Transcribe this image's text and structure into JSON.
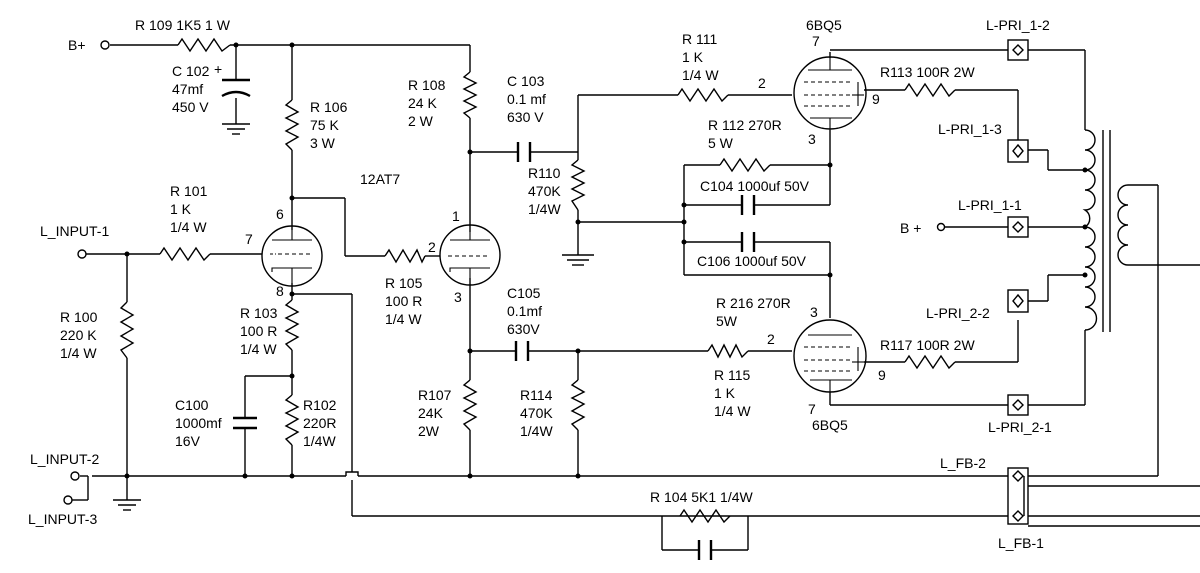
{
  "colors": {
    "ink": "#000000",
    "background": "#ffffff"
  },
  "labels": {
    "bplus_in": "B+",
    "r109": "R 109  1K5  1 W",
    "c102": [
      "C 102",
      "47mf",
      "450 V"
    ],
    "c102_polarity": "+",
    "r106": [
      "R 106",
      "75 K",
      "3 W"
    ],
    "r108": [
      "R 108",
      "24 K",
      "2 W"
    ],
    "c103": [
      "C 103",
      "0.1 mf",
      "630 V"
    ],
    "tube_12at7": "12AT7",
    "r101": [
      "R 101",
      "1 K",
      "1/4 W"
    ],
    "l_input_1": "L_INPUT-1",
    "l_input_2": "L_INPUT-2",
    "l_input_3": "L_INPUT-3",
    "r100": [
      "R 100",
      "220 K",
      "1/4 W"
    ],
    "r103": [
      "R 103",
      "100 R",
      "1/4 W"
    ],
    "r105": [
      "R 105",
      "100 R",
      "1/4 W"
    ],
    "c100": [
      "C100",
      "1000mf",
      "16V"
    ],
    "r102": [
      "R102",
      "220R",
      "1/4W"
    ],
    "r107": [
      "R107",
      "24K",
      "2W"
    ],
    "c105": [
      "C105",
      "0.1mf",
      "630V"
    ],
    "r114": [
      "R114",
      "470K",
      "1/4W"
    ],
    "r110": [
      "R110",
      "470K",
      "1/4W"
    ],
    "r111": [
      "R 111",
      "1 K",
      "1/4 W"
    ],
    "r112": [
      "R 112 270R",
      "5 W"
    ],
    "c104": "C104  1000uf 50V",
    "c106": "C106  1000uf 50V",
    "r216": [
      "R 216 270R",
      "5W"
    ],
    "r115": [
      "R 115",
      "1 K",
      "1/4 W"
    ],
    "r113": "R113  100R  2W",
    "r117": "R117  100R  2W",
    "r104": "R 104  5K1  1/4W",
    "tube_6bq5_top": "6BQ5",
    "tube_6bq5_bottom": "6BQ5",
    "l_pri_1_2": "L-PRI_1-2",
    "l_pri_1_3": "L-PRI_1-3",
    "l_pri_1_1": "L-PRI_1-1",
    "l_pri_2_2": "L-PRI_2-2",
    "l_pri_2_1": "L-PRI_2-1",
    "bplus_out": "B +",
    "l_fb_2": "L_FB-2",
    "l_fb_1": "L_FB-1"
  },
  "pins": {
    "v1a_plate": "6",
    "v1a_grid": "7",
    "v1a_cathode": "8",
    "v1b_plate": "1",
    "v1b_grid": "2",
    "v1b_cathode": "3",
    "v2_plate": "7",
    "v2_grid": "2",
    "v2_cathode": "3",
    "v2_screen": "9",
    "v3_plate": "7",
    "v3_grid": "2",
    "v3_cathode": "3",
    "v3_screen": "9"
  }
}
